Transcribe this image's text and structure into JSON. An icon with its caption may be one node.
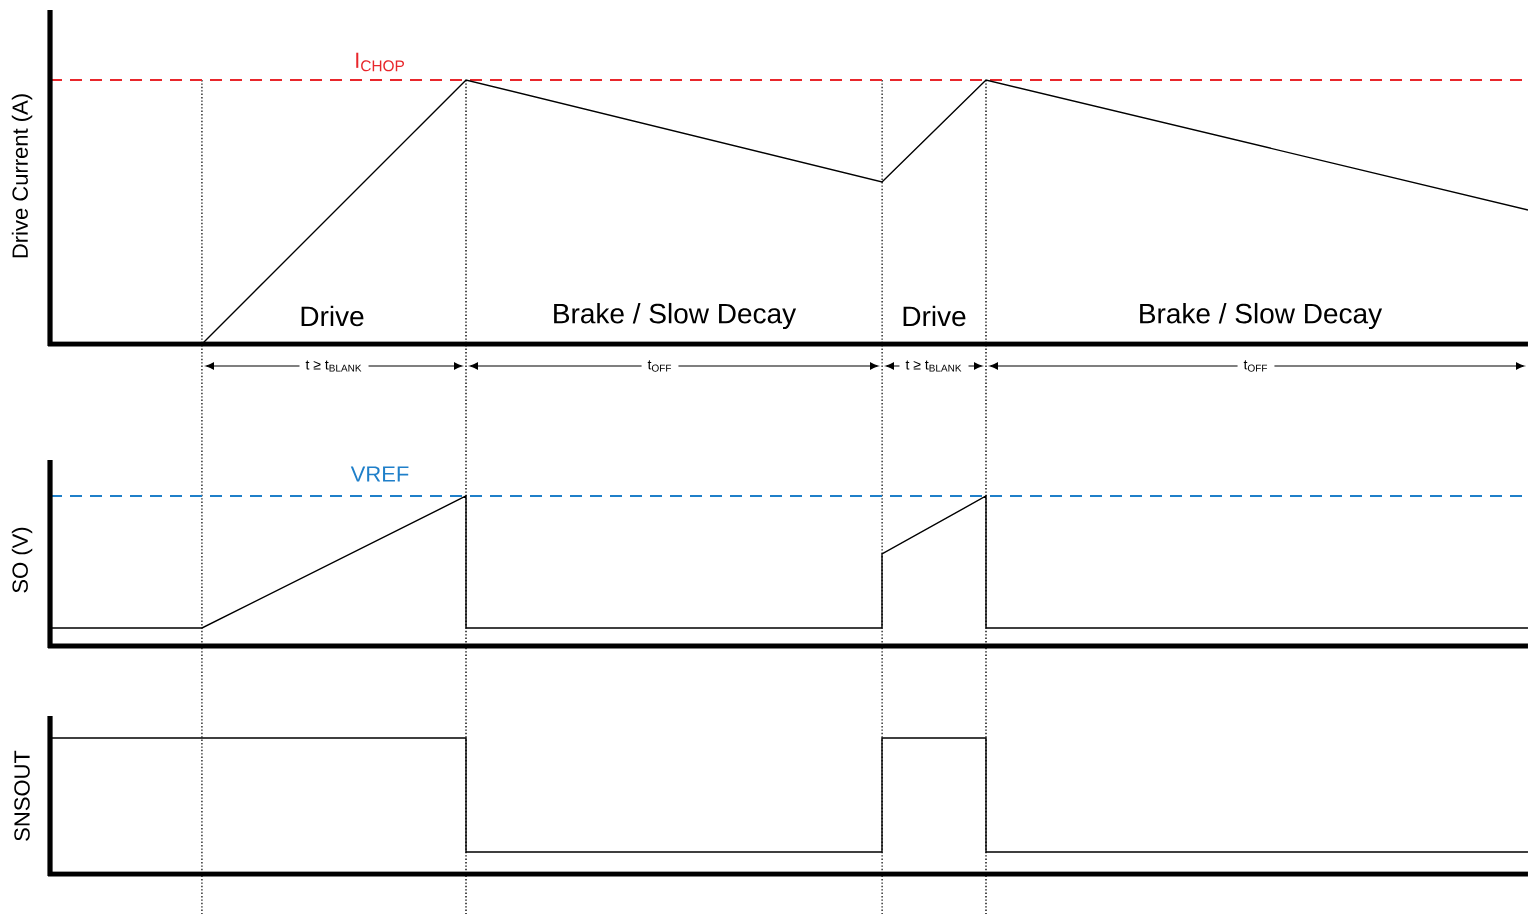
{
  "diagram": {
    "labels": [
      "Drive Current (A)",
      "I$_{CHOP}$",
      "Drive",
      "Brake / Slow Decay",
      "Drive",
      "Brake / Slow Decay",
      "t ≥ t$_{BLANK}$",
      "t$_{OFF}$",
      "t ≥ t$_{BLANK}$",
      "t$_{OFF}$",
      "VREF",
      "SO (V)",
      "SNSOUT"
    ]
  }
}
